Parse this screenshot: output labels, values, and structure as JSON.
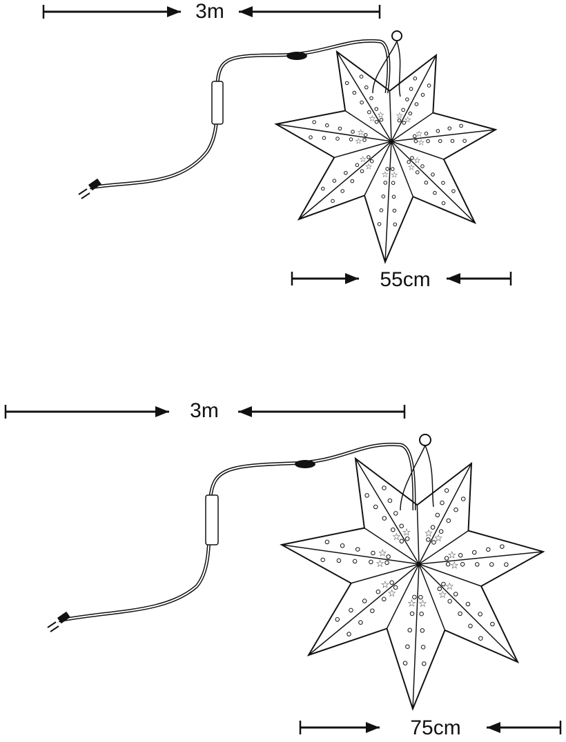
{
  "figures": [
    {
      "name": "small-star",
      "cable_length_label": "3m",
      "width_label": "55cm"
    },
    {
      "name": "large-star",
      "cable_length_label": "3m",
      "width_label": "75cm"
    }
  ],
  "colors": {
    "line": "#111111",
    "background": "#ffffff"
  }
}
